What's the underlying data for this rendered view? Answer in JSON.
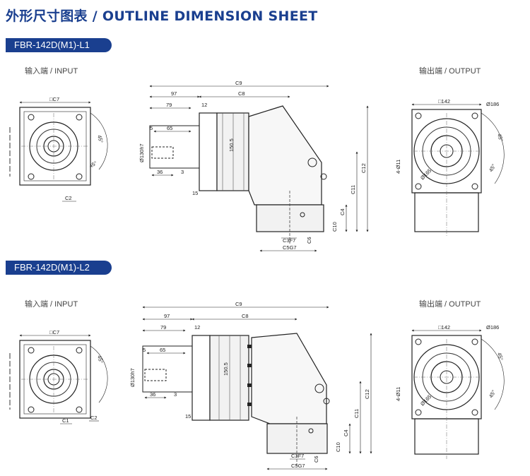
{
  "title": "外形尺寸图表 / OUTLINE DIMENSION SHEET",
  "sections": [
    {
      "model": "FBR-142D(M1)-L1",
      "input_label": "输入端 / INPUT",
      "output_label": "输出端 / OUTPUT"
    },
    {
      "model": "FBR-142D(M1)-L2",
      "input_label": "输入端 / INPUT",
      "output_label": "输出端 / OUTPUT"
    }
  ],
  "dims": {
    "c7": "□C7",
    "c9": "C9",
    "c8": "C8",
    "d97": "97",
    "d79": "79",
    "d12": "12",
    "d65": "65",
    "d5": "5",
    "d36": "36",
    "d3": "3",
    "d15": "15",
    "d1505": "150.5",
    "d130": "Ø130h7",
    "c12": "C12",
    "c11": "C11",
    "c4": "C4",
    "c10": "C10",
    "c3": "C3F7",
    "c6": "C6",
    "c5": "C5G7",
    "c1": "C1",
    "c2": "C2",
    "d142": "□142",
    "d186": "Ø186",
    "d165": "Ø165",
    "d4_11": "4-Ø11",
    "a45": "45°"
  }
}
